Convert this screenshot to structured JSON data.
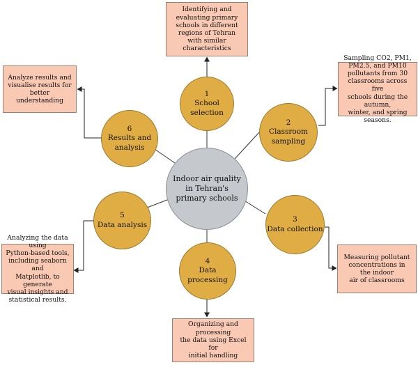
{
  "center": {
    "label": "Indoor air quality\nin Tehran's\nprimary schools"
  },
  "colors": {
    "node": "#e0ad44",
    "center": "#c5c8cc",
    "box": "#f9c9b4",
    "line": "#333333"
  },
  "steps": [
    {
      "number": "1",
      "title": "School\nselection",
      "description": "Identifying and\nevaluating primary\nschools in different\nregions of Tehran\nwith similar\ncharacteristics"
    },
    {
      "number": "2",
      "title": "Classroom\nsampling",
      "description": "Sampling CO2, PM1,\nPM2.5, and PM10\npollutants from 30\nclassrooms across five\nschools during the autumn,\nwinter, and spring seasons."
    },
    {
      "number": "3",
      "title": "Data collection",
      "description": "Measuring pollutant\nconcentrations in\nthe indoor\nair of classrooms"
    },
    {
      "number": "4",
      "title": "Data processing",
      "description": "Organizing and\nprocessing\nthe data using Excel for\ninitial handling"
    },
    {
      "number": "5",
      "title": "Data analysis",
      "description": "Analyzing the data using\nPython-based tools,\nincluding seaborn and\nMatplotlib, to generate\nvisual insights and\nstatistical results."
    },
    {
      "number": "6",
      "title": "Results and\nanalysis",
      "description": "Analyze results and\nvisualise results for better\nunderstanding"
    }
  ]
}
